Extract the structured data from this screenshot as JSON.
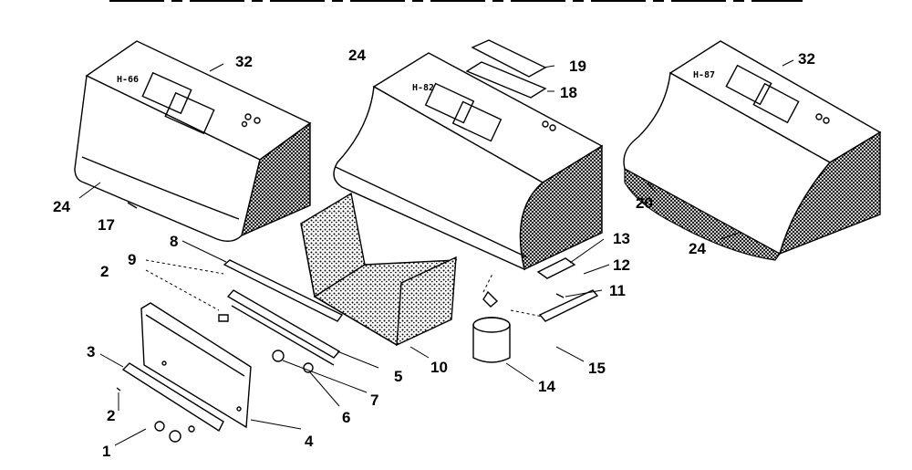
{
  "cabinets": {
    "left_model": "H-66",
    "center_model": "H-82",
    "right_model": "H-87"
  },
  "callouts": {
    "c1": "1",
    "c2a": "2",
    "c2b": "2",
    "c3": "3",
    "c4": "4",
    "c5": "5",
    "c6": "6",
    "c7": "7",
    "c8": "8",
    "c9": "9",
    "c10": "10",
    "c11": "11",
    "c12": "12",
    "c13": "13",
    "c14": "14",
    "c15": "15",
    "c17": "17",
    "c18": "18",
    "c19": "19",
    "c20": "20",
    "c24a": "24",
    "c24b": "24",
    "c24c": "24",
    "c32a": "32",
    "c32b": "32"
  }
}
